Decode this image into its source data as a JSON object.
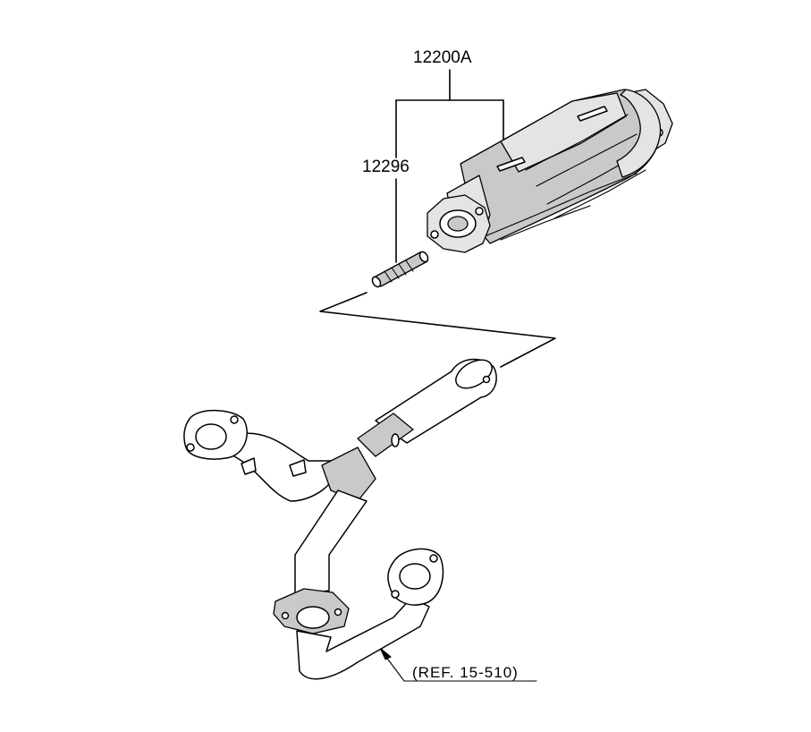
{
  "diagram": {
    "callouts": [
      {
        "id": "catalytic-converter",
        "part_number": "12200A"
      },
      {
        "id": "stud-bolt",
        "part_number": "12296"
      }
    ],
    "reference": {
      "text": "(REF. 15-510)"
    },
    "parts": {
      "converter": "catalytic-converter",
      "stud": "stud-bolt",
      "pipe": "exhaust-front-pipe"
    },
    "colors": {
      "line": "#000000",
      "shade": "#c9c9c9",
      "background": "#ffffff"
    }
  }
}
